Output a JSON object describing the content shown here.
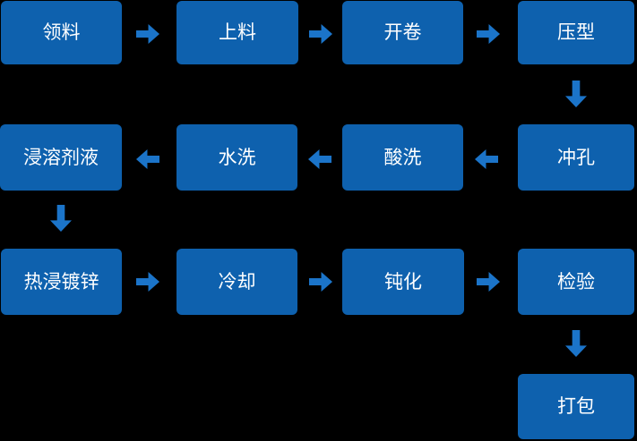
{
  "diagram": {
    "type": "flowchart",
    "background": "#000000",
    "colors": {
      "bg": "#000000",
      "box": "#0e61ae",
      "arrow": "#1b74c9",
      "label": "#ffffff"
    },
    "steps": {
      "receive": "领料",
      "load": "上料",
      "uncoil": "开卷",
      "press": "压型",
      "punch": "冲孔",
      "pickle": "酸洗",
      "rinse": "水洗",
      "flux": "浸溶剂液",
      "galvanize": "热浸镀锌",
      "cool": "冷却",
      "passivate": "钝化",
      "inspect": "检验",
      "pack": "打包"
    },
    "flow_order": [
      "领料",
      "上料",
      "开卷",
      "压型",
      "冲孔",
      "酸洗",
      "水洗",
      "浸溶剂液",
      "热浸镀锌",
      "冷却",
      "钝化",
      "检验",
      "打包"
    ]
  }
}
